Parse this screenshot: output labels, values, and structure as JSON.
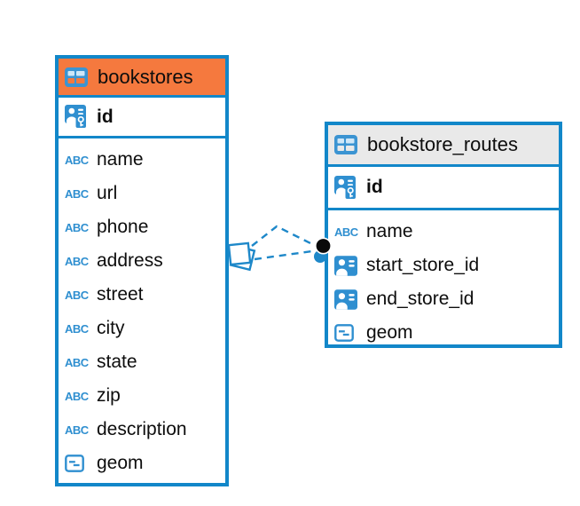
{
  "app": {
    "name": "database-er-diagram"
  },
  "icons": {
    "text_type_label": "ABC"
  },
  "colors": {
    "accent_blue": "#1287c9",
    "icon_blue": "#2f8fd0",
    "selected_header_orange": "#f5793e",
    "header_gray": "#e9e9e9",
    "relationship_dot_black": "#0a0a0a",
    "text_black": "#0d0d0d"
  },
  "tables": [
    {
      "name": "bookstores",
      "highlighted": true,
      "columns": [
        {
          "name": "id",
          "type_icon": "primary-key"
        },
        {
          "name": "name",
          "type_icon": "text"
        },
        {
          "name": "url",
          "type_icon": "text"
        },
        {
          "name": "phone",
          "type_icon": "text"
        },
        {
          "name": "address",
          "type_icon": "text"
        },
        {
          "name": "street",
          "type_icon": "text"
        },
        {
          "name": "city",
          "type_icon": "text"
        },
        {
          "name": "state",
          "type_icon": "text"
        },
        {
          "name": "zip",
          "type_icon": "text"
        },
        {
          "name": "description",
          "type_icon": "text"
        },
        {
          "name": "geom",
          "type_icon": "geometry"
        }
      ]
    },
    {
      "name": "bookstore_routes",
      "highlighted": false,
      "columns": [
        {
          "name": "id",
          "type_icon": "primary-key"
        },
        {
          "name": "name",
          "type_icon": "text"
        },
        {
          "name": "start_store_id",
          "type_icon": "reference"
        },
        {
          "name": "end_store_id",
          "type_icon": "reference"
        },
        {
          "name": "geom",
          "type_icon": "geometry"
        }
      ]
    }
  ],
  "relationships": [
    {
      "from_table": "bookstores",
      "to_table": "bookstore_routes",
      "line_style": "dashed",
      "shape": "bent"
    },
    {
      "from_table": "bookstores",
      "to_table": "bookstore_routes",
      "line_style": "dashed",
      "shape": "straight"
    }
  ]
}
